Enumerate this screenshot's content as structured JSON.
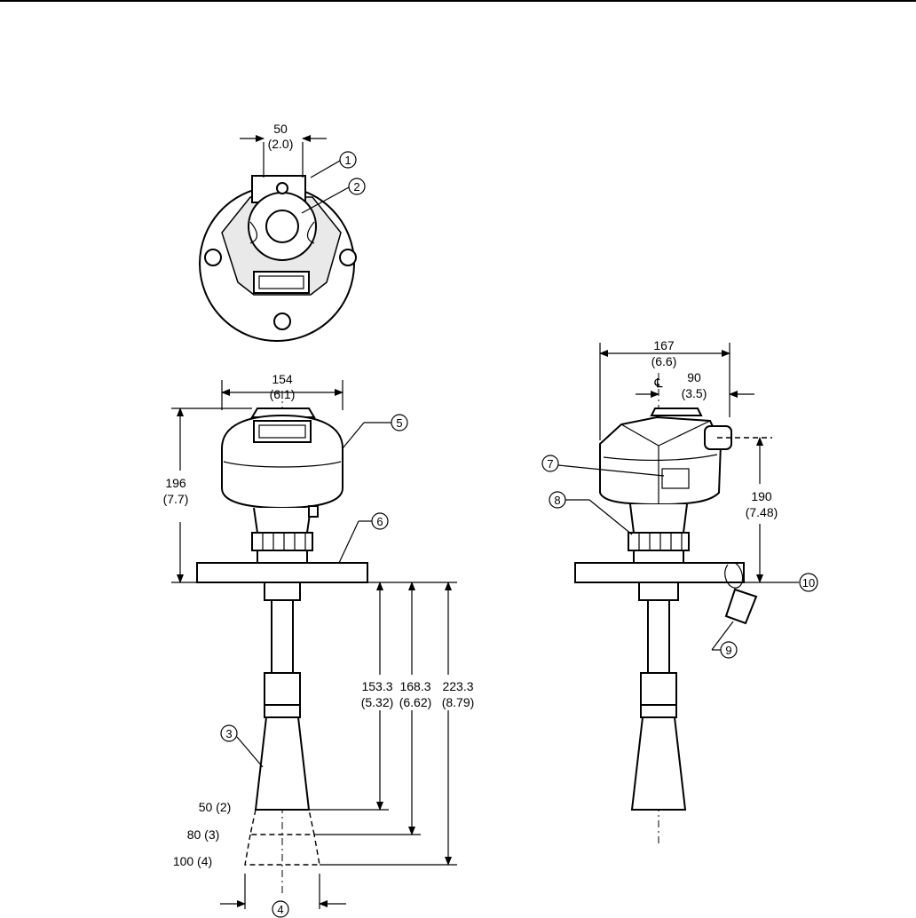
{
  "dimensions": {
    "top_width_mm": "50",
    "top_width_in": "(2.0)",
    "housing_width_mm": "154",
    "housing_width_in": "(6.1)",
    "height_mm": "196",
    "height_in": "(7.7)",
    "antenna_a_mm": "153.3",
    "antenna_a_in": "(5.32)",
    "antenna_b_mm": "168.3",
    "antenna_b_in": "(6.62)",
    "antenna_c_mm": "223.3",
    "antenna_c_in": "(8.79)",
    "horn_50": "50 (2)",
    "horn_80": "80 (3)",
    "horn_100": "100 (4)",
    "side_width_mm": "167",
    "side_width_in": "(6.6)",
    "centerline_symbol": "℄",
    "side_offset_mm": "90",
    "side_offset_in": "(3.5)",
    "side_height_mm": "190",
    "side_height_in": "(7.48)"
  },
  "callouts": [
    "1",
    "2",
    "3",
    "4",
    "5",
    "6",
    "7",
    "8",
    "9",
    "10"
  ]
}
